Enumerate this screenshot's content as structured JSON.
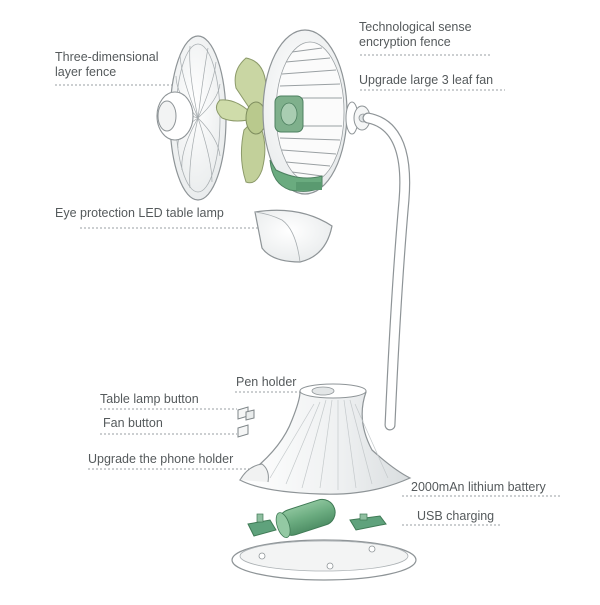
{
  "labels": {
    "three_dimensional_fence": [
      "Three-dimensional",
      "layer fence"
    ],
    "encryption_fence": [
      "Technological sense",
      "encryption fence"
    ],
    "fan_blade": "Upgrade large 3 leaf fan",
    "led_lamp": "Eye protection LED table lamp",
    "pen_holder": "Pen holder",
    "lamp_button": "Table lamp button",
    "fan_button": "Fan button",
    "phone_holder": "Upgrade the phone holder",
    "battery": "2000mAn lithium battery",
    "usb": "USB charging"
  },
  "colors": {
    "shell": "#f4f5f5",
    "outline": "#8e9497",
    "fan_blade": "#c9d6a3",
    "pcb_green": "#5fa27c",
    "battery_green": "#6aab7f",
    "text": "#555a5c"
  }
}
